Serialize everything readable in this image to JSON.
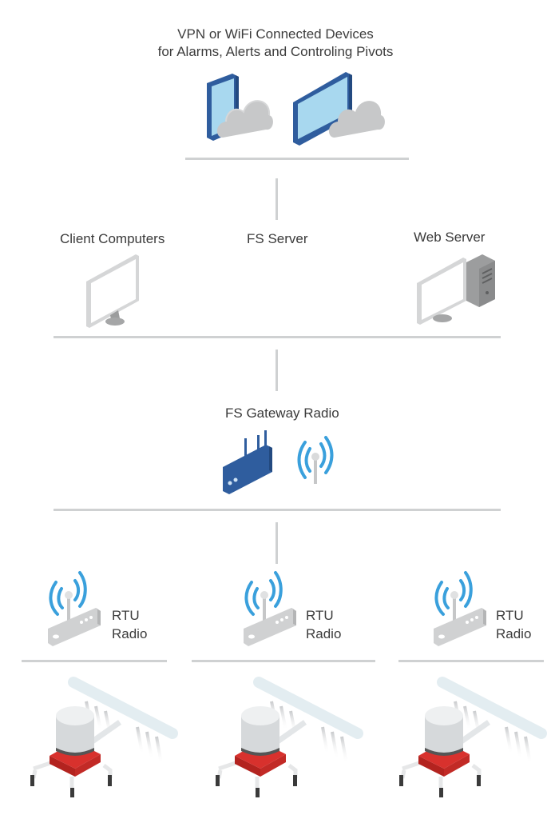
{
  "top": {
    "title_line1": "VPN or WiFi Connected Devices",
    "title_line2": "for Alarms, Alerts and Controling Pivots",
    "devices": [
      "phone-icon",
      "tablet-icon"
    ]
  },
  "server_tier": {
    "client_label": "Client Computers",
    "fs_server_label": "FS Server",
    "web_server_label": "Web Server"
  },
  "gateway_tier": {
    "label": "FS Gateway Radio"
  },
  "rtu_tier": {
    "units": [
      {
        "line1": "RTU",
        "line2": "Radio"
      },
      {
        "line1": "RTU",
        "line2": "Radio"
      },
      {
        "line1": "RTU",
        "line2": "Radio"
      }
    ]
  },
  "colors": {
    "device_blue": "#2f5d9e",
    "screen_blue": "#a8d8ef",
    "signal_blue": "#3aa0dc",
    "pivot_red": "#d8312d",
    "connector_gray": "#cfd1d2"
  }
}
